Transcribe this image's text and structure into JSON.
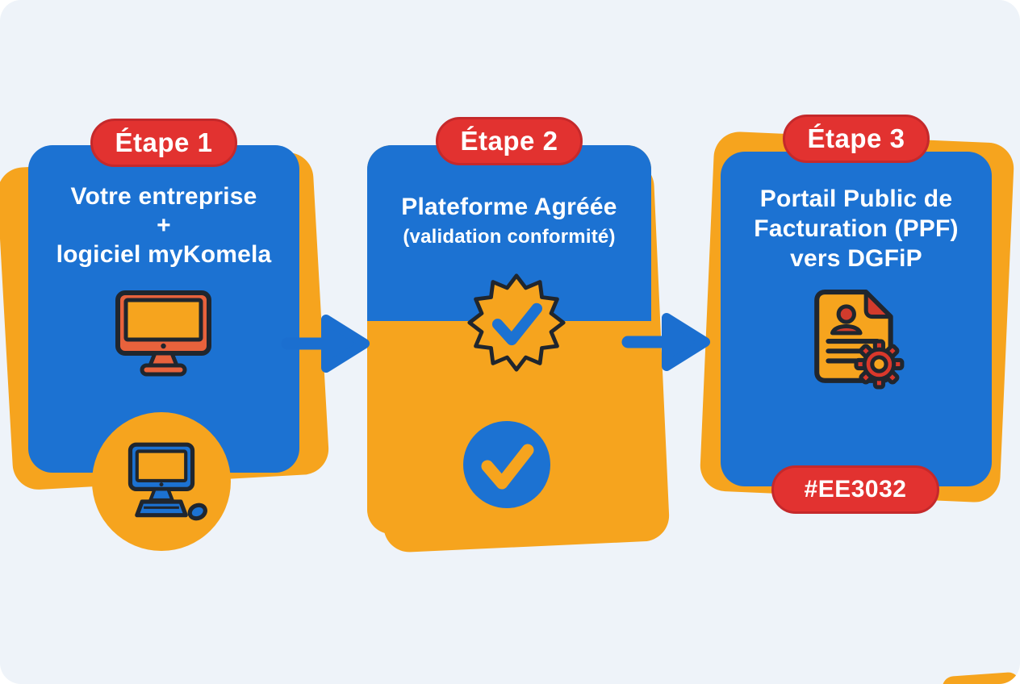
{
  "palette": {
    "background": "#eef3f9",
    "card_blue": "#1c72d2",
    "card_orange": "#f6a41e",
    "badge_red": "#e23230",
    "badge_red_border": "#c5292b",
    "icon_outline": "#20262e",
    "icon_red_orange": "#e8623c",
    "icon_red": "#d23b2c",
    "arrow_blue": "#1b6fd0",
    "text_white": "#ffffff"
  },
  "steps": [
    {
      "badge": "Étape 1",
      "lines": [
        "Votre entreprise",
        "+",
        "logiciel myKomela"
      ],
      "icons": {
        "main": "desktop-monitor-icon",
        "secondary": "workstation-computer-icon"
      }
    },
    {
      "badge": "Étape 2",
      "title": "Plateforme Agréée",
      "subtitle": "(validation conformité)",
      "icons": {
        "main": "certified-seal-check-icon",
        "secondary": "check-circle-icon"
      }
    },
    {
      "badge": "Étape 3",
      "lines": [
        "Portail Public de",
        "Facturation (PPF)",
        "vers DGFiP"
      ],
      "color_code_badge": "#EE3032",
      "icons": {
        "main": "document-gear-icon"
      }
    }
  ],
  "arrows": [
    "arrow-right-icon-1",
    "arrow-right-icon-2"
  ]
}
